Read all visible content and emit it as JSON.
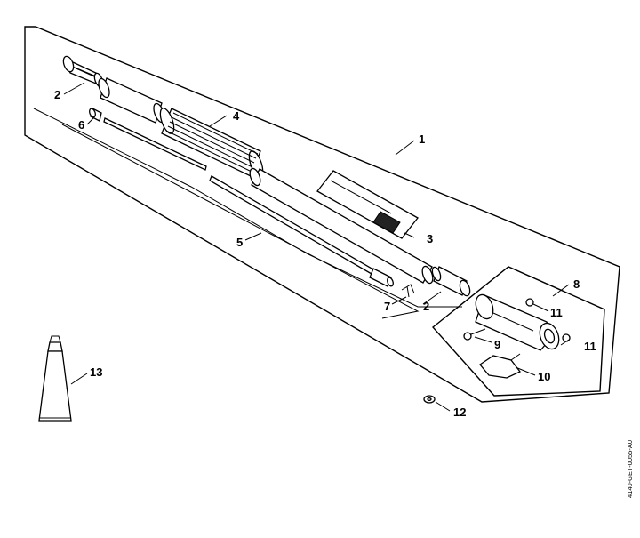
{
  "callouts": [
    {
      "id": "c1",
      "label": "1"
    },
    {
      "id": "c2a",
      "label": "2"
    },
    {
      "id": "c2b",
      "label": "2"
    },
    {
      "id": "c3",
      "label": "3"
    },
    {
      "id": "c4",
      "label": "4"
    },
    {
      "id": "c5",
      "label": "5"
    },
    {
      "id": "c6",
      "label": "6"
    },
    {
      "id": "c7",
      "label": "7"
    },
    {
      "id": "c8",
      "label": "8"
    },
    {
      "id": "c9",
      "label": "9"
    },
    {
      "id": "c10",
      "label": "10"
    },
    {
      "id": "c11a",
      "label": "11"
    },
    {
      "id": "c11b",
      "label": "11"
    },
    {
      "id": "c12",
      "label": "12"
    },
    {
      "id": "c13",
      "label": "13"
    }
  ],
  "drawing_code": "4140-GET-0055-A0"
}
